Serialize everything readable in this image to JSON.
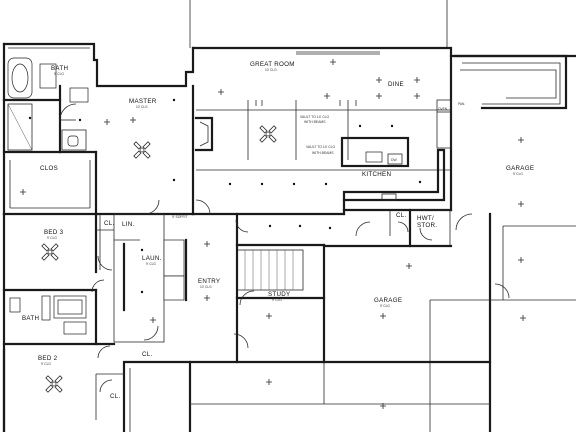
{
  "rooms": {
    "bath_master": {
      "name": "BATH",
      "sub": "9' CLG"
    },
    "master": {
      "name": "MASTER",
      "sub": "10' CLG"
    },
    "clos": {
      "name": "CLOS"
    },
    "great_room": {
      "name": "GREAT ROOM",
      "sub": "10' CLG"
    },
    "dine": {
      "name": "DINE"
    },
    "kitchen": {
      "name": "KITCHEN"
    },
    "garage_right": {
      "name": "GARAGE",
      "sub": "9' CLG"
    },
    "bed3": {
      "name": "BED 3",
      "sub": "9' CLG"
    },
    "cl_bed3": {
      "name": "CL."
    },
    "lin": {
      "name": "LIN."
    },
    "laun": {
      "name": "LAUN.",
      "sub": "9' CLG"
    },
    "entry": {
      "name": "ENTRY",
      "sub": "10' CLG"
    },
    "study": {
      "name": "STUDY",
      "sub": "9' CLG"
    },
    "garage_center": {
      "name": "GARAGE",
      "sub": "9' CLG"
    },
    "hwt": {
      "name": "HWT/",
      "name2": "STOR."
    },
    "bath2": {
      "name": "BATH"
    },
    "cl_mid": {
      "name": "CL."
    },
    "bed2": {
      "name": "BED 2",
      "sub": "9' CLG"
    },
    "cl_bed2": {
      "name": "CL."
    },
    "cl_kitchen": {
      "name": "CL."
    },
    "pan": {
      "name": "PAN."
    },
    "oven": {
      "name": "OVEN"
    }
  },
  "notes": {
    "vault_1": "VAULT TO 14' CLG",
    "vault_1b": "WITH BEAMS",
    "vault_2": "VAULT TO 14' CLG",
    "vault_2b": "WITH BEAMS",
    "dw": "DW",
    "soffit": "9' SOFFIT"
  }
}
